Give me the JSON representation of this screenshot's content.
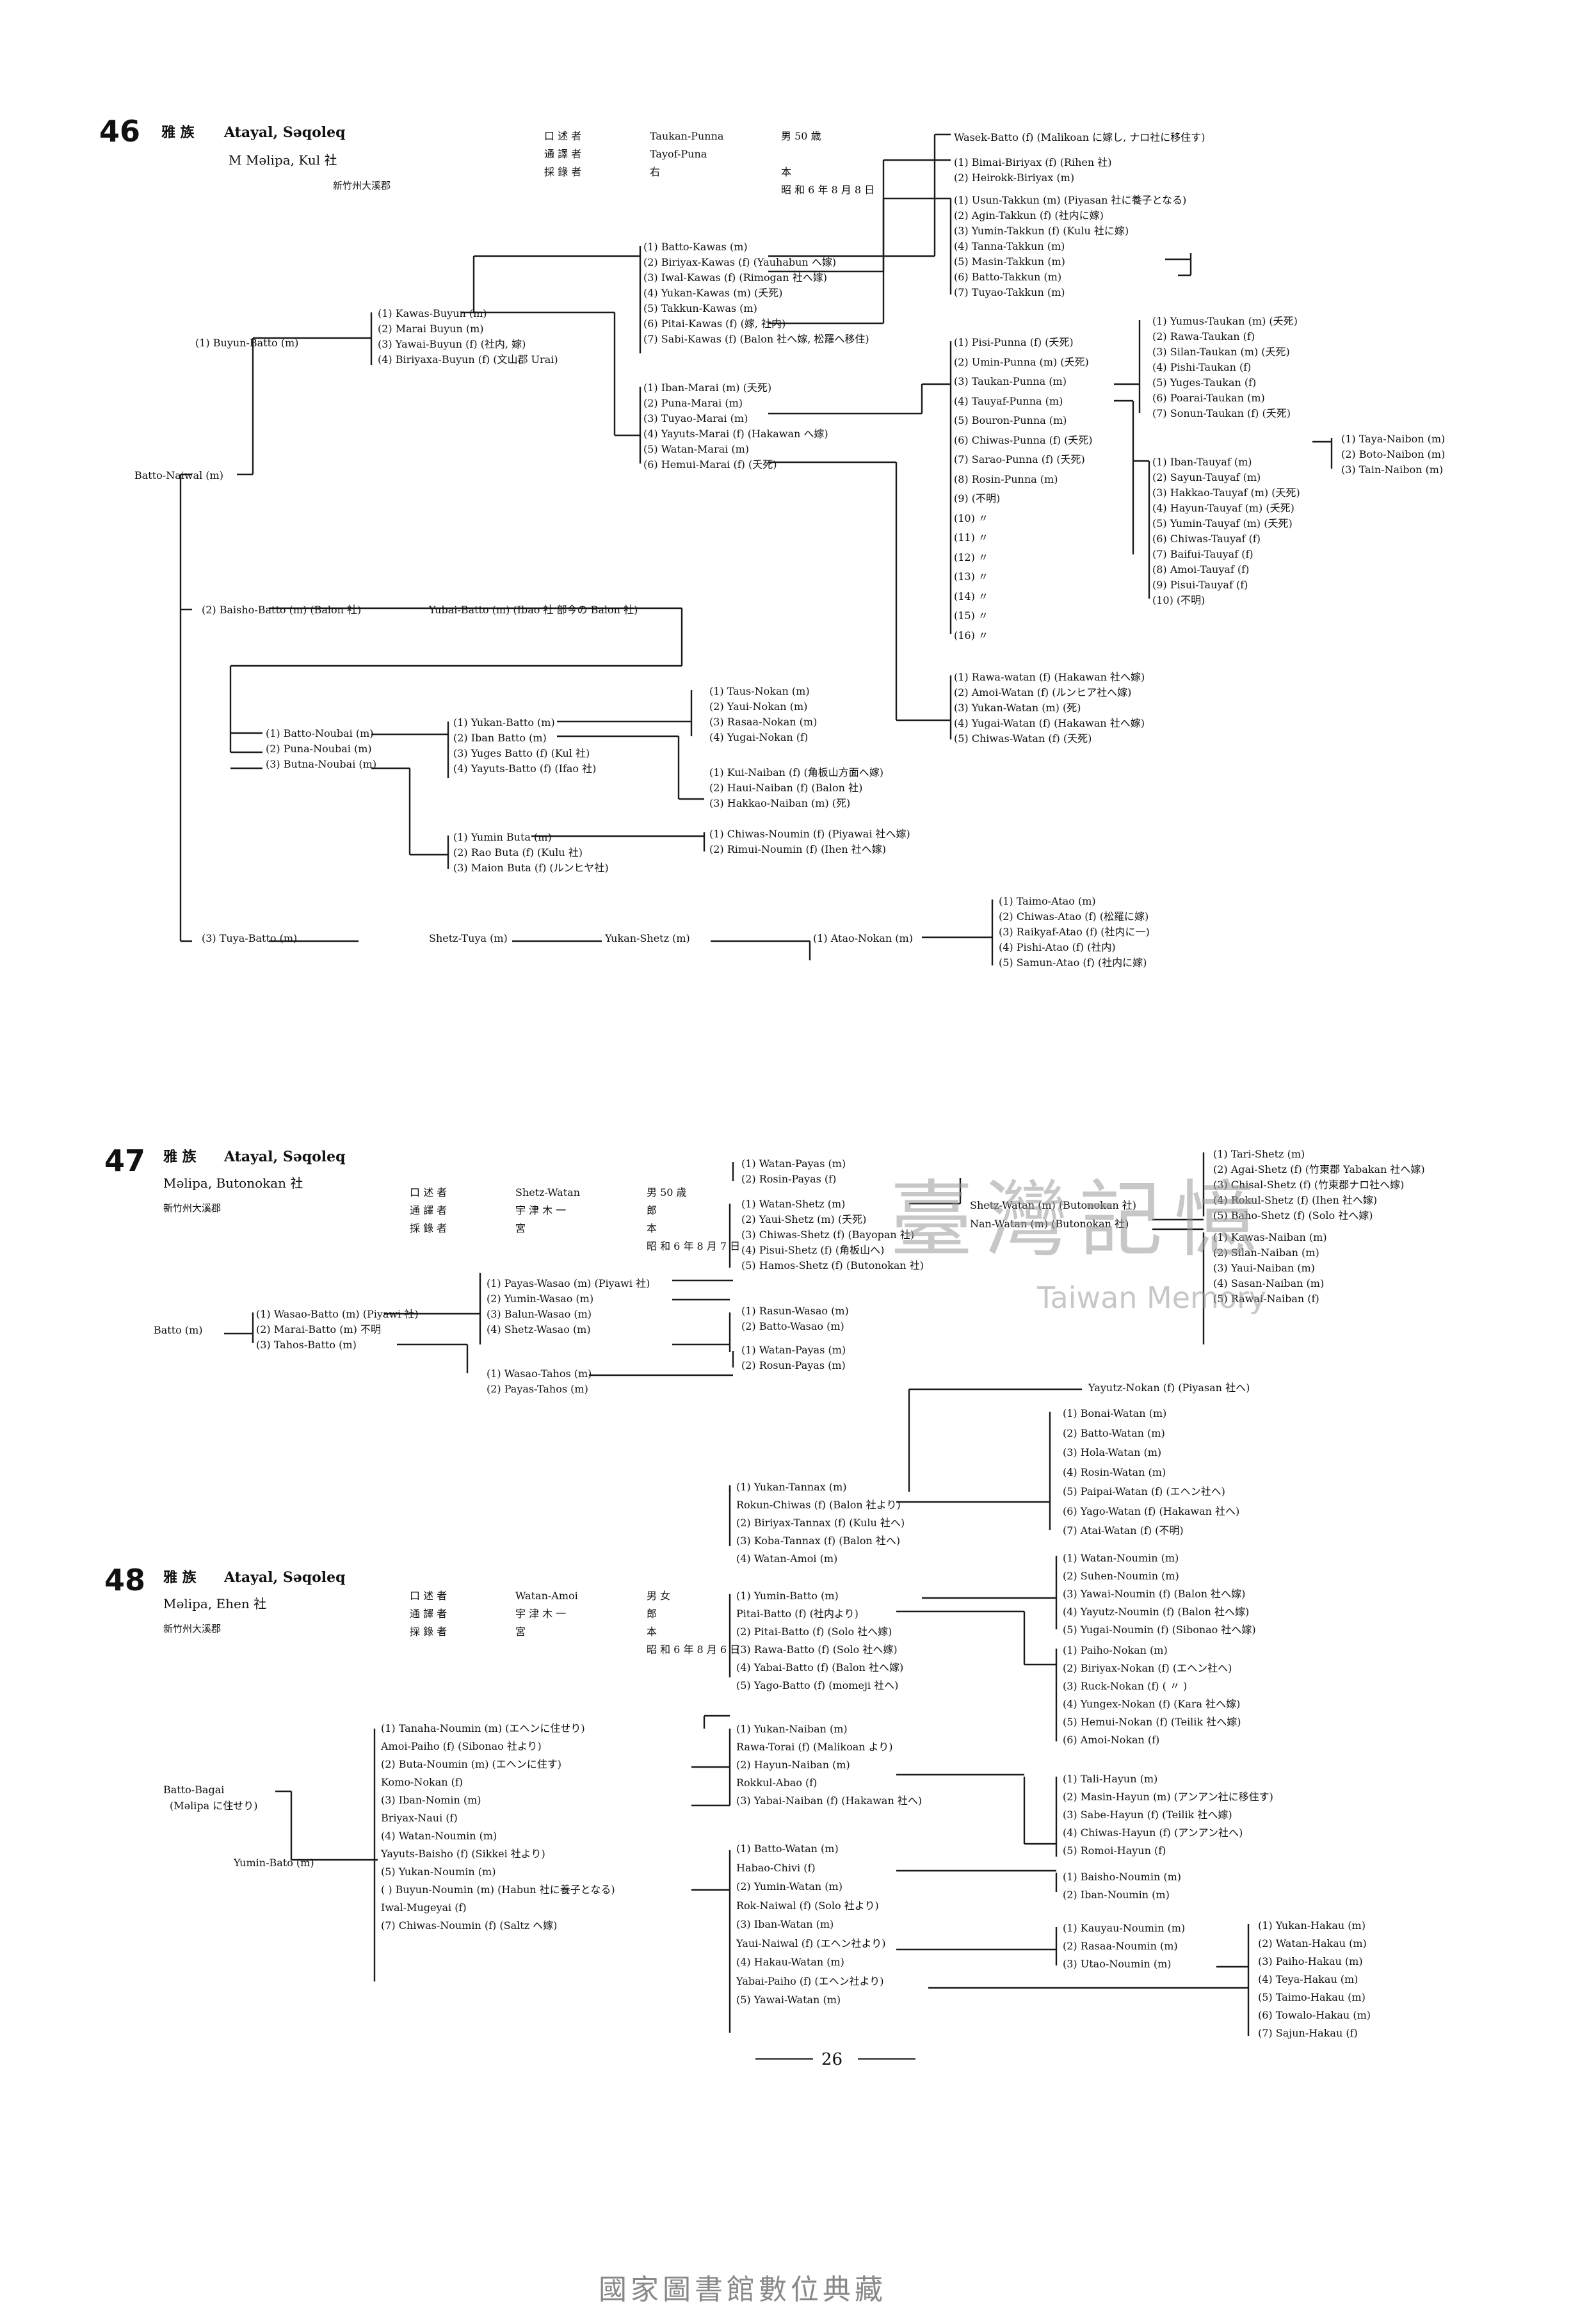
{
  "page_number": "26",
  "footer": "國家圖書館數位典藏",
  "watermark": {
    "cjk": "臺灣記憶",
    "latin": "Taiwan Memory"
  },
  "sections": [
    {
      "num": "46",
      "tribe": "雅 族",
      "name": "Atayal, Səqoleq",
      "place": "M Məlipa, Kul 社",
      "county": "新竹州大溪郡",
      "info": [
        [
          "口 述 者",
          "Taukan-Punna",
          "男 50 歳"
        ],
        [
          "通 譯 者",
          "Tayof-Puna",
          ""
        ],
        [
          "採 錄 者",
          "右",
          "本"
        ],
        [
          "",
          "",
          "昭 和 6 年 8 月 8 日"
        ]
      ]
    },
    {
      "num": "47",
      "tribe": "雅 族",
      "name": "Atayal, Səqoleq",
      "place": "Məlipa, Butonokan 社",
      "county": "新竹州大溪郡",
      "info": [
        [
          "口 述 者",
          "Shetz-Watan",
          "男 50 歳"
        ],
        [
          "通 譯 者",
          "宇 津 木 一",
          "郎"
        ],
        [
          "採 錄 者",
          "宮",
          "本"
        ],
        [
          "",
          "",
          "昭 和 6 年 8 月 7 日"
        ]
      ]
    },
    {
      "num": "48",
      "tribe": "雅 族",
      "name": "Atayal, Səqoleq",
      "place": "Məlipa, Ehen 社",
      "county": "新竹州大溪郡",
      "info": [
        [
          "口 述 者",
          "Watan-Amoi",
          "男 女"
        ],
        [
          "通 譯 者",
          "宇 津 木 一",
          "郎"
        ],
        [
          "採 錄 者",
          "宮",
          "本"
        ],
        [
          "",
          "",
          "昭 和 6 年 8 月 6 日"
        ]
      ]
    }
  ],
  "entries": [
    {
      "t": "Batto-Naiwal (m)"
    },
    {
      "t": "(1) Buyun-Batto (m)"
    },
    {
      "t": "(1) Kawas-Buyun (m)"
    },
    {
      "t": "(2) Marai Buyun (m)"
    },
    {
      "t": "(3) Yawai-Buyun (f) (社内, 嫁)"
    },
    {
      "t": "(4) Biriyaxa-Buyun (f) (文山郡 Urai)"
    },
    {
      "t": "(1) Batto-Kawas (m)"
    },
    {
      "t": "(2) Biriyax-Kawas (f) (Yauhabun へ嫁)"
    },
    {
      "t": "(3) Iwal-Kawas (f) (Rimogan 社へ嫁)"
    },
    {
      "t": "(4) Yukan-Kawas (m) (夭死)"
    },
    {
      "t": "(5) Takkun-Kawas (m)"
    },
    {
      "t": "(6) Pitai-Kawas (f) (嫁, 社内)"
    },
    {
      "t": "(7) Sabi-Kawas (f) (Balon 社へ嫁, 松羅へ移住)"
    },
    {
      "t": "(1) Iban-Marai (m) (夭死)"
    },
    {
      "t": "(2) Puna-Marai (m)"
    },
    {
      "t": "(3) Tuyao-Marai (m)"
    },
    {
      "t": "(4) Yayuts-Marai (f) (Hakawan へ嫁)"
    },
    {
      "t": "(5) Watan-Marai (m)"
    },
    {
      "t": "(6) Hemui-Marai (f) (夭死)"
    },
    {
      "t": "Wasek-Batto (f) (Malikoan に嫁し, ナロ社に移住す)"
    },
    {
      "t": "(1) Bimai-Biriyax (f) (Rihen 社)"
    },
    {
      "t": "(2) Heirokk-Biriyax (m)"
    },
    {
      "t": "(1) Usun-Takkun (m) (Piyasan 社に養子となる)"
    },
    {
      "t": "(2) Agin-Takkun (f) (社内に嫁)"
    },
    {
      "t": "(3) Yumin-Takkun (f) (Kulu 社に嫁)"
    },
    {
      "t": "(4) Tanna-Takkun (m)"
    },
    {
      "t": "(5) Masin-Takkun (m)"
    },
    {
      "t": "(6) Batto-Takkun (m)"
    },
    {
      "t": "(7) Tuyao-Takkun (m)"
    },
    {
      "t": "(1) Pisi-Punna (f) (夭死)"
    },
    {
      "t": "(2) Umin-Punna (m) (夭死)"
    },
    {
      "t": "(3) Taukan-Punna (m)"
    },
    {
      "t": "(4) Tauyaf-Punna (m)"
    },
    {
      "t": "(5) Bouron-Punna (m)"
    },
    {
      "t": "(6) Chiwas-Punna (f) (夭死)"
    },
    {
      "t": "(7) Sarao-Punna (f) (夭死)"
    },
    {
      "t": "(8) Rosin-Punna (m)"
    },
    {
      "t": "(9) (不明)"
    },
    {
      "t": "(10) 〃"
    },
    {
      "t": "(11) 〃"
    },
    {
      "t": "(12) 〃"
    },
    {
      "t": "(13) 〃"
    },
    {
      "t": "(14) 〃"
    },
    {
      "t": "(15) 〃"
    },
    {
      "t": "(16) 〃"
    },
    {
      "t": "(1) Rawa-watan (f) (Hakawan 社へ嫁)"
    },
    {
      "t": "(2) Amoi-Watan (f) (ルンヒア社へ嫁)"
    },
    {
      "t": "(3) Yukan-Watan (m) (死)"
    },
    {
      "t": "(4) Yugai-Watan (f) (Hakawan 社へ嫁)"
    },
    {
      "t": "(5) Chiwas-Watan (f) (夭死)"
    },
    {
      "t": "(1) Yumus-Taukan (m) (夭死)"
    },
    {
      "t": "(2) Rawa-Taukan (f)"
    },
    {
      "t": "(3) Silan-Taukan (m) (夭死)"
    },
    {
      "t": "(4) Pishi-Taukan (f)"
    },
    {
      "t": "(5) Yuges-Taukan (f)"
    },
    {
      "t": "(6) Poarai-Taukan (m)"
    },
    {
      "t": "(7) Sonun-Taukan (f) (夭死)"
    },
    {
      "t": "(1) Iban-Tauyaf (m)"
    },
    {
      "t": "(2) Sayun-Tauyaf (m)"
    },
    {
      "t": "(3) Hakkao-Tauyaf (m) (夭死)"
    },
    {
      "t": "(4) Hayun-Tauyaf (m) (夭死)"
    },
    {
      "t": "(5) Yumin-Tauyaf (m) (夭死)"
    },
    {
      "t": "(6) Chiwas-Tauyaf (f)"
    },
    {
      "t": "(7) Baifui-Tauyaf (f)"
    },
    {
      "t": "(8) Amoi-Tauyaf (f)"
    },
    {
      "t": "(9) Pisui-Tauyaf (f)"
    },
    {
      "t": "(10) (不明)"
    },
    {
      "t": "(1) Taya-Naibon (m)"
    },
    {
      "t": "(2) Boto-Naibon (m)"
    },
    {
      "t": "(3) Tain-Naibon (m)"
    },
    {
      "t": "(2) Baisho-Batto (m) (Balon 社)"
    },
    {
      "t": "Yubai-Batto (m) (Ibao 社 部今の Balon 社)"
    },
    {
      "t": "(1) Batto-Noubai (m)"
    },
    {
      "t": "(2) Puna-Noubai (m)"
    },
    {
      "t": "(3) Butna-Noubai (m)"
    },
    {
      "t": "(1) Yukan-Batto (m)"
    },
    {
      "t": "(2) Iban Batto (m)"
    },
    {
      "t": "(3) Yuges Batto (f) (Kul 社)"
    },
    {
      "t": "(4) Yayuts-Batto (f) (Ifao 社)"
    },
    {
      "t": "(1) Taus-Nokan (m)"
    },
    {
      "t": "(2) Yaui-Nokan (m)"
    },
    {
      "t": "(3) Rasaa-Nokan (m)"
    },
    {
      "t": "(4) Yugai-Nokan (f)"
    },
    {
      "t": "(1) Kui-Naiban (f) (角板山方面へ嫁)"
    },
    {
      "t": "(2) Haui-Naiban (f) (Balon 社)"
    },
    {
      "t": "(3) Hakkao-Naiban (m) (死)"
    },
    {
      "t": "(1) Yumin Buta (m)"
    },
    {
      "t": "(2) Rao Buta (f) (Kulu 社)"
    },
    {
      "t": "(3) Maion Buta (f) (ルンヒヤ社)"
    },
    {
      "t": "(1) Chiwas-Noumin (f) (Piyawai 社へ嫁)"
    },
    {
      "t": "(2) Rimui-Noumin (f) (Ihen 社へ嫁)"
    },
    {
      "t": "(3) Tuya-Batto (m)"
    },
    {
      "t": "Shetz-Tuya (m)"
    },
    {
      "t": "Yukan-Shetz (m)"
    },
    {
      "t": "(1) Atao-Nokan (m)"
    },
    {
      "t": "(1) Taimo-Atao (m)"
    },
    {
      "t": "(2) Chiwas-Atao (f) (松羅に嫁)"
    },
    {
      "t": "(3) Raikyaf-Atao (f) (社内に一)"
    },
    {
      "t": "(4) Pishi-Atao (f) (社内)"
    },
    {
      "t": "(5) Samun-Atao (f) (社内に嫁)"
    },
    {
      "t": "Batto (m)"
    },
    {
      "t": "(1) Wasao-Batto (m) (Piyawi 社)"
    },
    {
      "t": "(2) Marai-Batto (m) 不明"
    },
    {
      "t": "(3) Tahos-Batto (m)"
    },
    {
      "t": "(1) Payas-Wasao (m) (Piyawi 社)"
    },
    {
      "t": "(2) Yumin-Wasao (m)"
    },
    {
      "t": "(3) Balun-Wasao (m)"
    },
    {
      "t": "(4) Shetz-Wasao (m)"
    },
    {
      "t": "(1) Wasao-Tahos (m)"
    },
    {
      "t": "(2) Payas-Tahos (m)"
    },
    {
      "t": "(1) Watan-Payas (m)"
    },
    {
      "t": "(2) Rosin-Payas (f)"
    },
    {
      "t": "(1) Watan-Shetz (m)"
    },
    {
      "t": "(2) Yaui-Shetz (m) (夭死)"
    },
    {
      "t": "(3) Chiwas-Shetz (f) (Bayopan 社)"
    },
    {
      "t": "(4) Pisui-Shetz (f) (角板山へ)"
    },
    {
      "t": "(5) Hamos-Shetz (f) (Butonokan 社)"
    },
    {
      "t": "(1) Rasun-Wasao (m)"
    },
    {
      "t": "(2) Batto-Wasao (m)"
    },
    {
      "t": "(1) Watan-Payas (m)"
    },
    {
      "t": "(2) Rosun-Payas (m)"
    },
    {
      "t": "Shetz-Watan (m) (Butonokan 社)"
    },
    {
      "t": "Nan-Watan (m) (Butonokan 社)"
    },
    {
      "t": "(1) Tari-Shetz (m)"
    },
    {
      "t": "(2) Agai-Shetz (f) (竹東郡 Yabakan 社へ嫁)"
    },
    {
      "t": "(3) Chisal-Shetz (f) (竹東郡ナロ社へ嫁)"
    },
    {
      "t": "(4) Rokul-Shetz (f) (Ihen 社へ嫁)"
    },
    {
      "t": "(5) Baho-Shetz (f) (Solo 社へ嫁)"
    },
    {
      "t": "(1) Kawas-Naiban (m)"
    },
    {
      "t": "(2) Silan-Naiban (m)"
    },
    {
      "t": "(3) Yaui-Naiban (m)"
    },
    {
      "t": "(4) Sasan-Naiban (m)"
    },
    {
      "t": "(5) Rawai-Naiban (f)"
    },
    {
      "t": "Batto-Bagai"
    },
    {
      "t": "(Məlipa に住せり)"
    },
    {
      "t": "Yumin-Bato (m)"
    },
    {
      "t": "(1) Tanaha-Noumin (m) (エヘンに住せり)"
    },
    {
      "t": "Amoi-Paiho (f) (Sibonao 社より)"
    },
    {
      "t": "(2) Buta-Noumin (m) (エヘンに住す)"
    },
    {
      "t": "Komo-Nokan (f)"
    },
    {
      "t": "(3) Iban-Nomin (m)"
    },
    {
      "t": "Briyax-Naui (f)"
    },
    {
      "t": "(4) Watan-Noumin (m)"
    },
    {
      "t": "Yayuts-Baisho (f) (Sikkei 社より)"
    },
    {
      "t": "(5) Yukan-Noumin (m)"
    },
    {
      "t": "(  ) Buyun-Noumin (m) (Habun 社に養子となる)"
    },
    {
      "t": "Iwal-Mugeyai (f)"
    },
    {
      "t": "(7) Chiwas-Noumin (f) (Saltz へ嫁)"
    },
    {
      "t": "(1) Yukan-Tannax (m)"
    },
    {
      "t": "Rokun-Chiwas (f) (Balon 社より)"
    },
    {
      "t": "(2) Biriyax-Tannax (f) (Kulu 社へ)"
    },
    {
      "t": "(3) Koba-Tannax (f) (Balon 社へ)"
    },
    {
      "t": "(4) Watan-Amoi (m)"
    },
    {
      "t": "(1) Yumin-Batto (m)"
    },
    {
      "t": "Pitai-Batto (f) (社内より)"
    },
    {
      "t": "(2) Pitai-Batto (f) (Solo 社へ嫁)"
    },
    {
      "t": "(3) Rawa-Batto (f) (Solo 社へ嫁)"
    },
    {
      "t": "(4) Yabai-Batto (f) (Balon 社へ嫁)"
    },
    {
      "t": "(5) Yago-Batto (f) (momeji 社へ)"
    },
    {
      "t": "(1) Yukan-Naiban (m)"
    },
    {
      "t": "Rawa-Torai (f) (Malikoan より)"
    },
    {
      "t": "(2) Hayun-Naiban (m)"
    },
    {
      "t": "Rokkul-Abao (f)"
    },
    {
      "t": "(3) Yabai-Naiban (f) (Hakawan 社へ)"
    },
    {
      "t": "(1) Batto-Watan (m)"
    },
    {
      "t": "Habao-Chivi (f)"
    },
    {
      "t": "(2) Yumin-Watan (m)"
    },
    {
      "t": "Rok-Naiwal (f) (Solo 社より)"
    },
    {
      "t": "(3) Iban-Watan (m)"
    },
    {
      "t": "Yaui-Naiwal (f) (エヘン社より)"
    },
    {
      "t": "(4) Hakau-Watan (m)"
    },
    {
      "t": "Yabai-Paiho (f) (エヘン社より)"
    },
    {
      "t": "(5) Yawai-Watan (m)"
    },
    {
      "t": "Yayutz-Nokan (f) (Piyasan 社へ)"
    },
    {
      "t": "(1) Bonai-Watan (m)"
    },
    {
      "t": "(2) Batto-Watan (m)"
    },
    {
      "t": "(3) Hola-Watan (m)"
    },
    {
      "t": "(4) Rosin-Watan (m)"
    },
    {
      "t": "(5) Paipai-Watan (f) (エヘン社へ)"
    },
    {
      "t": "(6) Yago-Watan (f) (Hakawan 社へ)"
    },
    {
      "t": "(7) Atai-Watan (f) (不明)"
    },
    {
      "t": "(1) Watan-Noumin (m)"
    },
    {
      "t": "(2) Suhen-Noumin (m)"
    },
    {
      "t": "(3) Yawai-Noumin (f) (Balon 社へ嫁)"
    },
    {
      "t": "(4) Yayutz-Noumin (f) (Balon 社へ嫁)"
    },
    {
      "t": "(5) Yugai-Noumin (f) (Sibonao 社へ嫁)"
    },
    {
      "t": "(1) Paiho-Nokan (m)"
    },
    {
      "t": "(2) Biriyax-Nokan (f) (エヘン社へ)"
    },
    {
      "t": "(3) Ruck-Nokan (f)   (   〃   )"
    },
    {
      "t": "(4) Yungex-Nokan (f) (Kara 社へ嫁)"
    },
    {
      "t": "(5) Hemui-Nokan (f) (Teilik 社へ嫁)"
    },
    {
      "t": "(6) Amoi-Nokan (f)"
    },
    {
      "t": "(1) Tali-Hayun (m)"
    },
    {
      "t": "(2) Masin-Hayun (m) (アンアン社に移住す)"
    },
    {
      "t": "(3) Sabe-Hayun (f) (Teilik 社へ嫁)"
    },
    {
      "t": "(4) Chiwas-Hayun (f) (アンアン社へ)"
    },
    {
      "t": "(5) Romoi-Hayun (f)"
    },
    {
      "t": "(1) Baisho-Noumin (m)"
    },
    {
      "t": "(2) Iban-Noumin (m)"
    },
    {
      "t": "(1) Kauyau-Noumin (m)"
    },
    {
      "t": "(2) Rasaa-Noumin (m)"
    },
    {
      "t": "(3) Utao-Noumin (m)"
    },
    {
      "t": "(1) Yukan-Hakau (m)"
    },
    {
      "t": "(2) Watan-Hakau (m)"
    },
    {
      "t": "(3) Paiho-Hakau (m)"
    },
    {
      "t": "(4) Teya-Hakau (m)"
    },
    {
      "t": "(5) Taimo-Hakau (m)"
    },
    {
      "t": "(6) Towalo-Hakau (m)"
    },
    {
      "t": "(7) Sajun-Hakau (f)"
    }
  ]
}
